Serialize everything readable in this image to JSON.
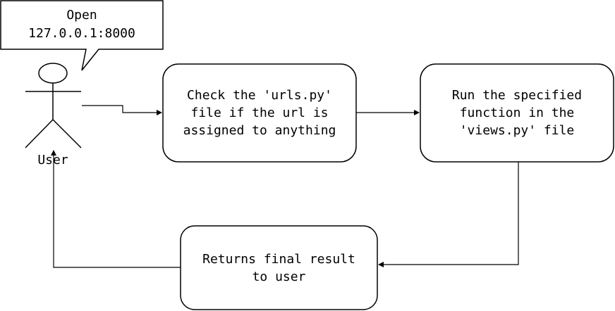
{
  "speech_bubble": {
    "lines": [
      "Open",
      "127.0.0.1:8000"
    ]
  },
  "actor": {
    "label": "User"
  },
  "nodes": {
    "check_urls": {
      "lines": [
        "Check the 'urls.py'",
        "file if the url is",
        "assigned to anything"
      ]
    },
    "run_view": {
      "lines": [
        "Run the specified",
        "function in the",
        "'views.py' file"
      ]
    },
    "return_result": {
      "lines": [
        "Returns final result",
        "to user"
      ]
    }
  },
  "colors": {
    "stroke": "#000000",
    "fill": "#ffffff",
    "text": "#000000"
  }
}
